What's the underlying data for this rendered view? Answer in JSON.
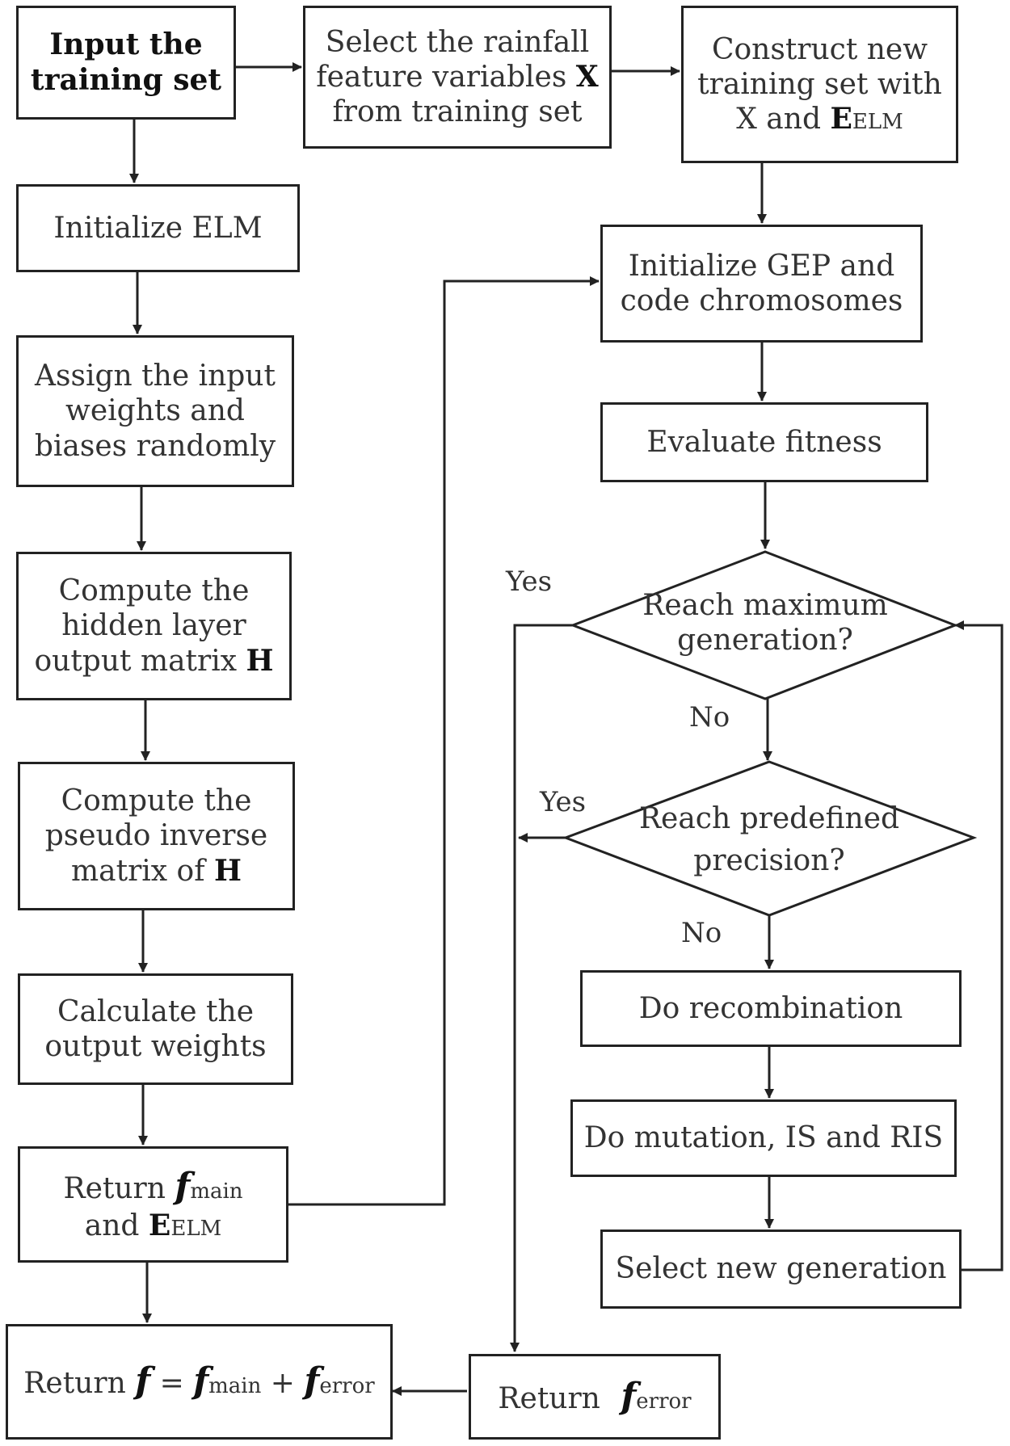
{
  "nodes": {
    "input_training_set": {
      "line1": "Input the",
      "line2": "training set"
    },
    "select_features": {
      "line1": "Select the rainfall",
      "line2a": "feature variables ",
      "line2b": "X",
      "line3": "from training set"
    },
    "construct_training_set": {
      "line1": "Construct new",
      "line2": "training set with",
      "line3a": "X and ",
      "line3b": "E",
      "line3c": "ELM"
    },
    "initialize_elm": {
      "line1": "Initialize ELM"
    },
    "assign_weights": {
      "line1": "Assign the input",
      "line2": "weights and",
      "line3": "biases randomly"
    },
    "compute_hidden": {
      "line1": "Compute the",
      "line2": "hidden layer",
      "line3a": "output matrix ",
      "line3b": "H"
    },
    "compute_pseudo": {
      "line1": "Compute the",
      "line2": "pseudo inverse",
      "line3a": "matrix of ",
      "line3b": "H"
    },
    "calculate_output": {
      "line1": "Calculate the",
      "line2": "output weights"
    },
    "return_fmain": {
      "line1a": "Return ",
      "line1b": "f",
      "line1c": "main",
      "line2a": "and ",
      "line2b": "E",
      "line2c": "ELM"
    },
    "return_f": {
      "a": "Return ",
      "b": "f",
      "c": " = ",
      "d": "f",
      "e": "main",
      "f": " + ",
      "g": "f",
      "h": "error"
    },
    "initialize_gep": {
      "line1": "Initialize GEP and",
      "line2": "code chromosomes"
    },
    "evaluate_fitness": {
      "line1": "Evaluate fitness"
    },
    "max_generation": {
      "line1": "Reach maximum",
      "line2": "generation?"
    },
    "predefined_precision": {
      "line1": "Reach predefined",
      "line2": "precision?"
    },
    "recombination": {
      "line1": "Do recombination"
    },
    "mutation": {
      "line1": "Do mutation, IS and RIS"
    },
    "select_generation": {
      "line1": "Select new generation"
    },
    "return_ferror": {
      "a": "Return ",
      "b": "f",
      "c": "error"
    }
  },
  "labels": {
    "yes_max": "Yes",
    "no_max": "No",
    "yes_precision": "Yes",
    "no_precision": "No"
  }
}
